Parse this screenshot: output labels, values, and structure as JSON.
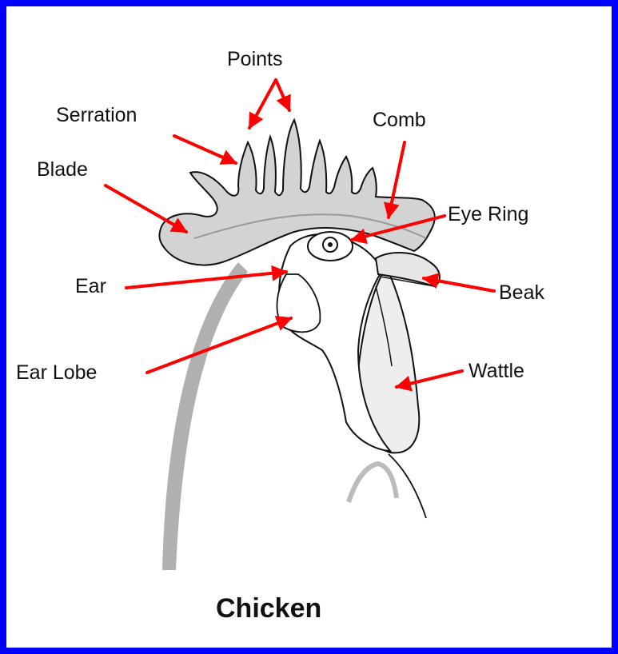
{
  "title": "Chicken",
  "labels": {
    "points": "Points",
    "serration": "Serration",
    "comb": "Comb",
    "blade": "Blade",
    "eye_ring": "Eye Ring",
    "ear": "Ear",
    "beak": "Beak",
    "ear_lobe": "Ear Lobe",
    "wattle": "Wattle"
  },
  "colors": {
    "border": "#0000ff",
    "background": "#ffffff",
    "arrow": "#ff0000",
    "comb_fill": "#d3d3d3",
    "neck_fill": "#b0b0b0",
    "outline": "#111111"
  }
}
